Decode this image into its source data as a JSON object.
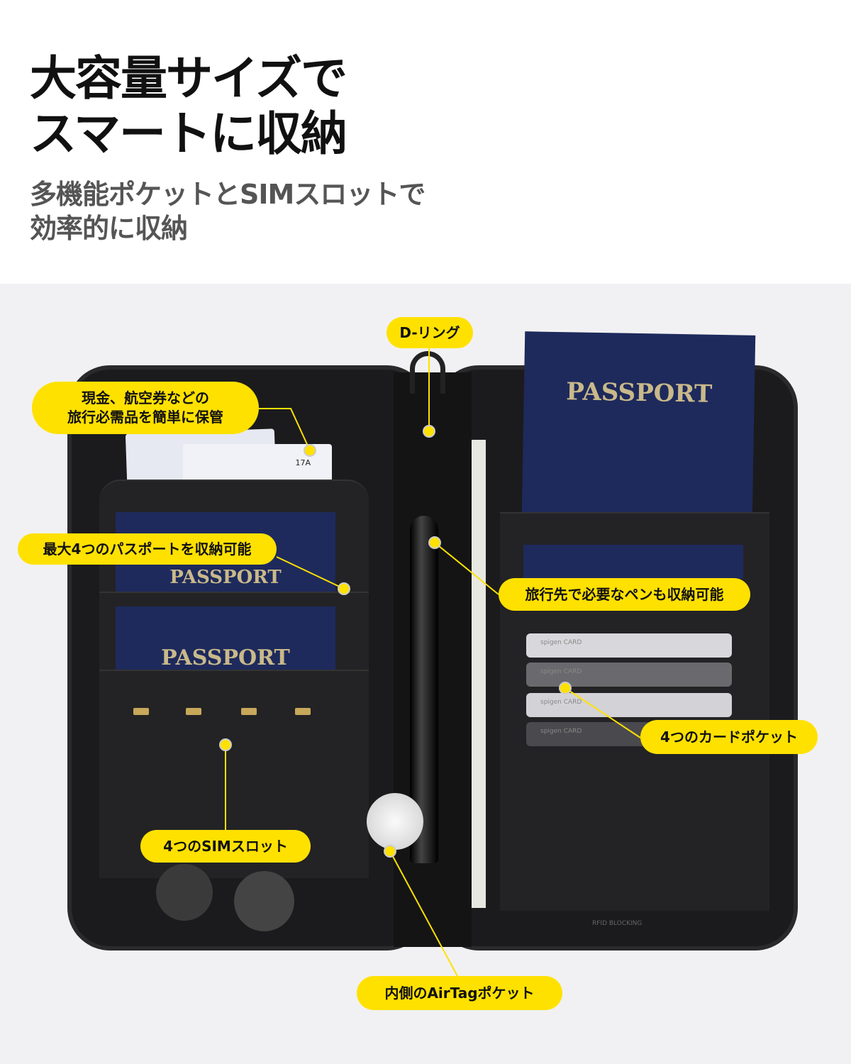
{
  "header": {
    "title_line1": "大容量サイズで",
    "title_line2": "スマートに収納",
    "subtitle_line1": "多機能ポケットとSIMスロットで",
    "subtitle_line2": "効率的に収納"
  },
  "product": {
    "passport_label": "PASSPORT",
    "card_label": "spigen CARD",
    "boarding_seat": "17A",
    "rfid_text": "RFID BLOCKING"
  },
  "callouts": {
    "d_ring": "D-リング",
    "cash_line1": "現金、航空券などの",
    "cash_line2": "旅行必需品を簡単に保管",
    "passports": "最大4つのパスポートを収納可能",
    "pen": "旅行先で必要なペンも収納可能",
    "cards": "4つのカードポケット",
    "sim": "4つのSIMスロット",
    "airtag": "内側のAirTagポケット"
  },
  "colors": {
    "accent": "#ffe100",
    "title": "#111111",
    "subtitle": "#555555",
    "background": "#f1f1f3"
  }
}
